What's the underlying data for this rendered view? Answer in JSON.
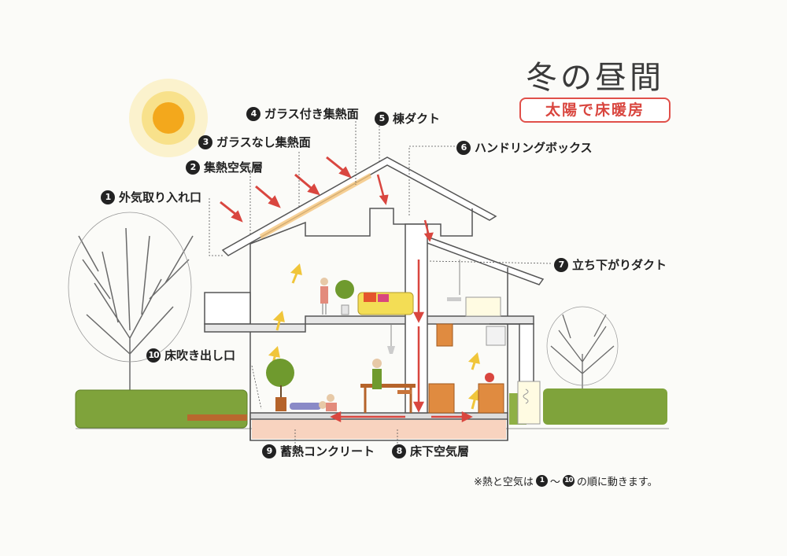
{
  "title": "冬の昼間",
  "subtitle": "太陽で床暖房",
  "colors": {
    "accent": "#e0504a",
    "heat_arrow": "#d9463f",
    "air_arrow": "#f0c53a",
    "sun": "#f3a81c",
    "hedge": "#7fa33b",
    "floor_heat": "#f8d3bf"
  },
  "labels": [
    {
      "num": "1",
      "text": "外気取り入れ口"
    },
    {
      "num": "2",
      "text": "集熱空気層"
    },
    {
      "num": "3",
      "text": "ガラスなし集熱面"
    },
    {
      "num": "4",
      "text": "ガラス付き集熱面"
    },
    {
      "num": "5",
      "text": "棟ダクト"
    },
    {
      "num": "6",
      "text": "ハンドリングボックス"
    },
    {
      "num": "7",
      "text": "立ち下がりダクト"
    },
    {
      "num": "8",
      "text": "床下空気層"
    },
    {
      "num": "9",
      "text": "蓄熱コンクリート"
    },
    {
      "num": "10",
      "text": "床吹き出し口"
    }
  ],
  "note": {
    "prefix": "※熱と空気は",
    "from": "1",
    "tilde": "～",
    "to": "10",
    "suffix": "の順に動きます。"
  }
}
